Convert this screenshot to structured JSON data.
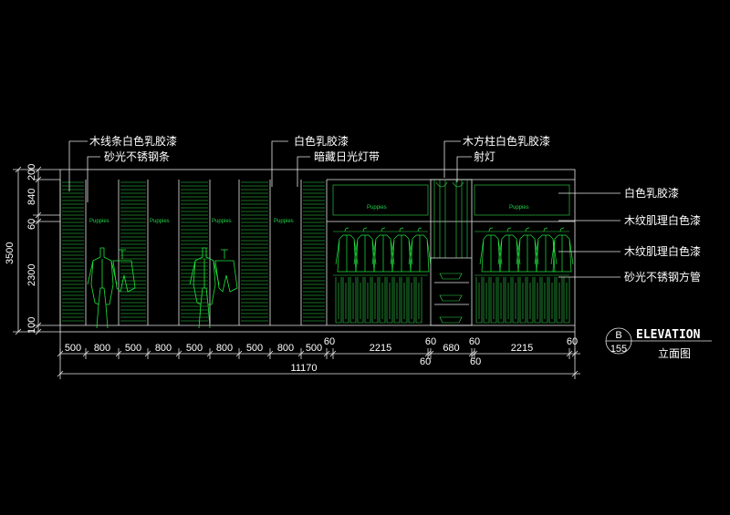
{
  "labels_top": {
    "wood_strip": "木线条白色乳胶漆",
    "steel_strip": "砂光不锈钢条",
    "white_latex_top": "白色乳胶漆",
    "hidden_light": "暗藏日光灯带",
    "wood_column": "木方柱白色乳胶漆",
    "spotlight": "射灯"
  },
  "labels_right": {
    "white_latex": "白色乳胶漆",
    "wood_grain_1": "木纹肌理白色漆",
    "wood_grain_2": "木纹肌理白色漆",
    "steel_tube": "砂光不锈钢方管"
  },
  "left_dims": {
    "total": "3500",
    "d200": "200",
    "d840": "840",
    "d60": "60",
    "d2300": "2300",
    "d100": "100"
  },
  "bottom_dims": {
    "segments": [
      "500",
      "800",
      "500",
      "800",
      "500",
      "800",
      "500",
      "800",
      "500",
      "60",
      "2215",
      "60",
      "680",
      "60",
      "2215",
      "60"
    ],
    "below_60a": "60",
    "below_60b": "60",
    "total": "11170"
  },
  "brand_text": "Puppies",
  "title_block": {
    "letter": "B",
    "number": "155",
    "title_en": "ELEVATION",
    "title_cn": "立面图"
  }
}
